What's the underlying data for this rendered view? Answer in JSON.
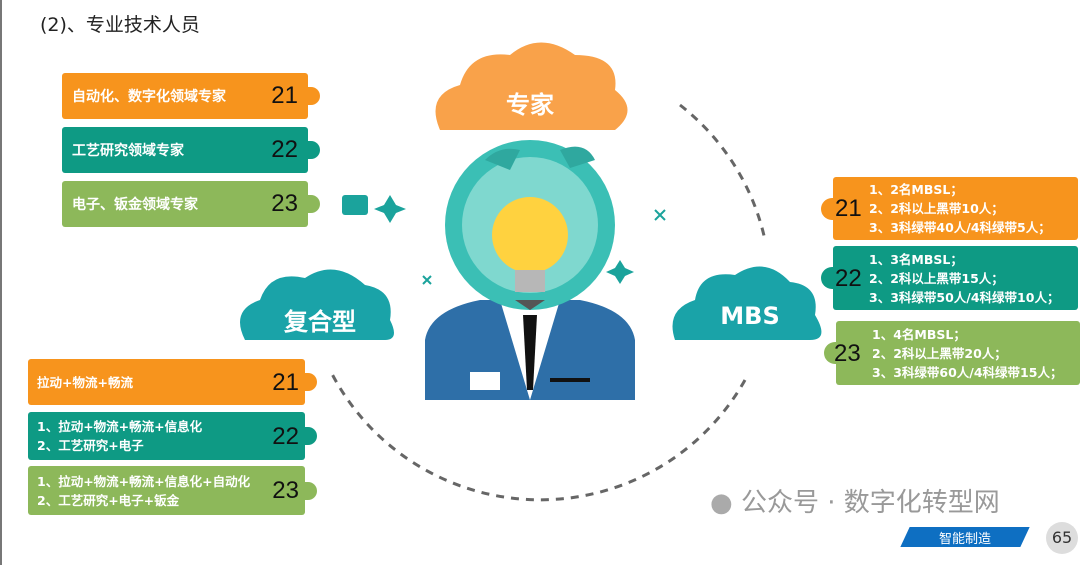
{
  "title": "(2)、专业技术人员",
  "clouds": {
    "expert": "专家",
    "composite": "复合型",
    "mbs": "MBS"
  },
  "expert_items": [
    {
      "text": "自动化、数字化领域专家",
      "level": "21"
    },
    {
      "text": "工艺研究领域专家",
      "level": "22"
    },
    {
      "text": "电子、钣金领域专家",
      "level": "23"
    }
  ],
  "composite_items": [
    {
      "lines": [
        "拉动+物流+畅流"
      ],
      "level": "21"
    },
    {
      "lines": [
        "1、拉动+物流+畅流+信息化",
        "2、工艺研究+电子"
      ],
      "level": "22"
    },
    {
      "lines": [
        "1、拉动+物流+畅流+信息化+自动化",
        "2、工艺研究+电子+钣金"
      ],
      "level": "23"
    }
  ],
  "mbs_items": [
    {
      "lines": [
        "1、2名MBSL；",
        "2、2科以上黑带10人；",
        "3、3科绿带40人/4科绿带5人；"
      ],
      "level": "21"
    },
    {
      "lines": [
        "1、3名MBSL；",
        "2、2科以上黑带15人；",
        "3、3科绿带50人/4科绿带10人；"
      ],
      "level": "22"
    },
    {
      "lines": [
        "1、4名MBSL；",
        "2、2科以上黑带20人；",
        "3、3科绿带60人/4科绿带15人；"
      ],
      "level": "23"
    }
  ],
  "watermark": "公众号 · 数字化转型网",
  "footer_badge": "智能制造",
  "page_number": "65",
  "colors": {
    "orange": "#F7941D",
    "teal": "#0E9A84",
    "green": "#8DB85A"
  }
}
